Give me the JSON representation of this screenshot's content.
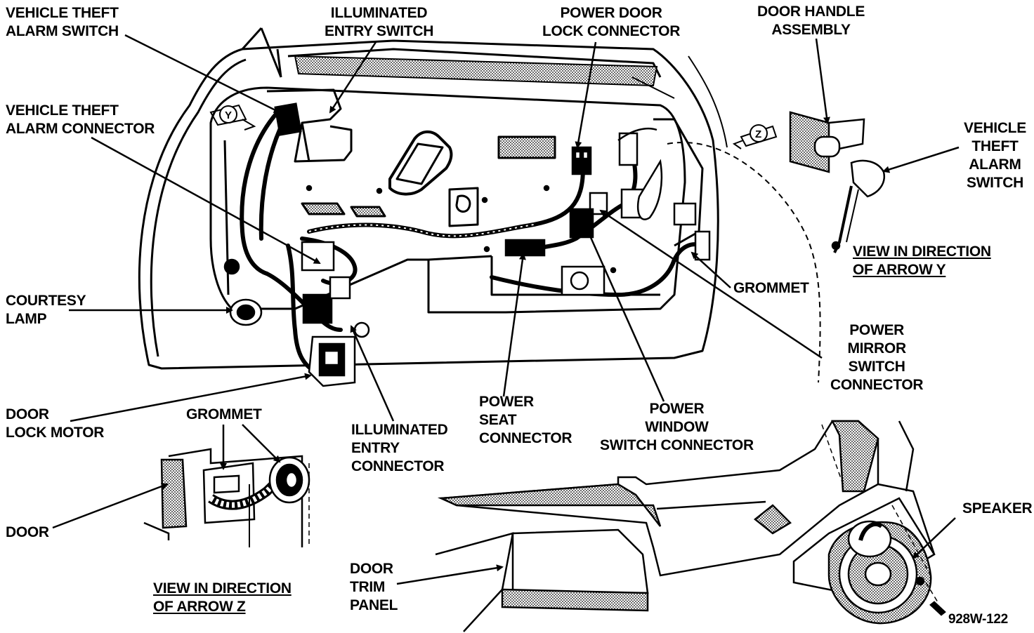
{
  "labels": {
    "vehicle_theft_alarm_switch": [
      "VEHICLE THEFT",
      "ALARM SWITCH"
    ],
    "illuminated_entry_switch": [
      "ILLUMINATED",
      "ENTRY SWITCH"
    ],
    "power_door_lock_connector": [
      "POWER DOOR",
      "LOCK CONNECTOR"
    ],
    "door_handle_assembly": [
      "DOOR HANDLE",
      "ASSEMBLY"
    ],
    "vehicle_theft_alarm_connector": [
      "VEHICLE THEFT",
      "ALARM CONNECTOR"
    ],
    "vehicle_theft_alarm_switch_right": [
      "VEHICLE",
      "THEFT",
      "ALARM",
      "SWITCH"
    ],
    "view_arrow_y": [
      "VIEW IN DIRECTION",
      "OF ARROW Y"
    ],
    "grommet_right": [
      "GROMMET"
    ],
    "courtesy_lamp": [
      "COURTESY",
      "LAMP"
    ],
    "power_mirror_switch_connector": [
      "POWER",
      "MIRROR",
      "SWITCH",
      "CONNECTOR"
    ],
    "door_lock_motor": [
      "DOOR",
      "LOCK MOTOR"
    ],
    "grommet_bottom": [
      "GROMMET"
    ],
    "illuminated_entry_connector": [
      "ILLUMINATED",
      "ENTRY",
      "CONNECTOR"
    ],
    "power_seat_connector": [
      "POWER",
      "SEAT",
      "CONNECTOR"
    ],
    "power_window_switch_connector": [
      "POWER",
      "WINDOW",
      "SWITCH CONNECTOR"
    ],
    "door": [
      "DOOR"
    ],
    "speaker": [
      "SPEAKER"
    ],
    "door_trim_panel": [
      "DOOR",
      "TRIM",
      "PANEL"
    ],
    "view_arrow_z": [
      "VIEW IN DIRECTION",
      "OF ARROW Z"
    ],
    "figure_code": [
      "928W-122"
    ]
  },
  "arrow_markers": {
    "y": "Y",
    "z": "Z"
  }
}
